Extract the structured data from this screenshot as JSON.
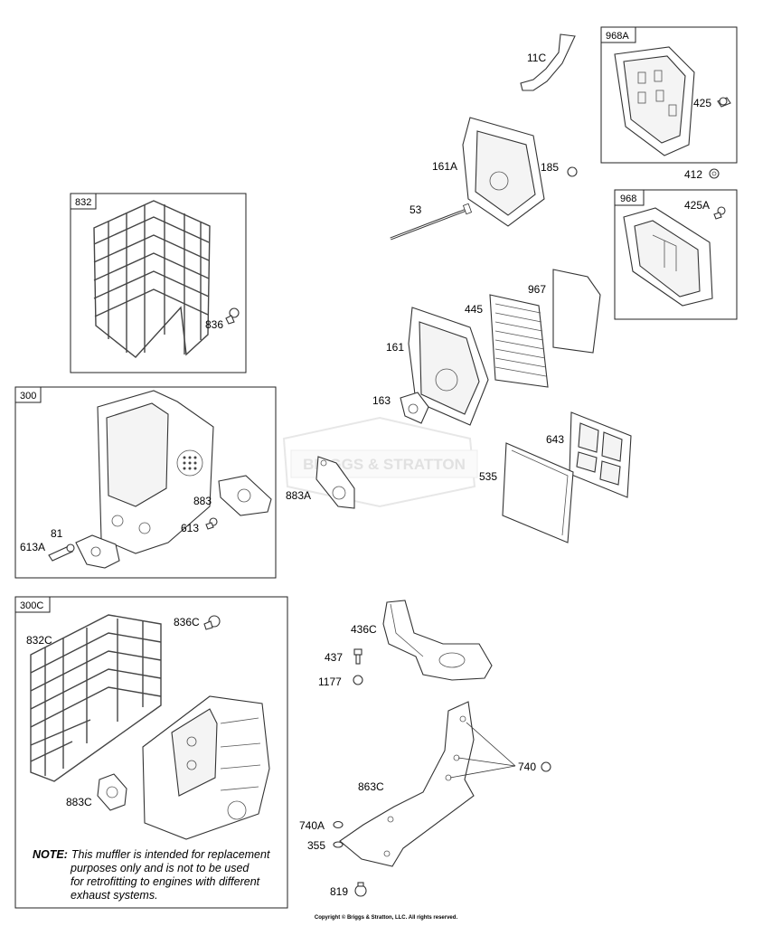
{
  "boxes": {
    "b968A": "968A",
    "b968": "968",
    "b832": "832",
    "b300": "300",
    "b300C": "300C"
  },
  "parts": {
    "p11C": "11C",
    "p425": "425",
    "p412": "412",
    "p161A": "161A",
    "p185": "185",
    "p53": "53",
    "p425A": "425A",
    "p967": "967",
    "p445": "445",
    "p161": "161",
    "p163": "163",
    "p643": "643",
    "p535": "535",
    "p836": "836",
    "p883": "883",
    "p81": "81",
    "p613": "613",
    "p613A": "613A",
    "p883A": "883A",
    "p836C": "836C",
    "p832C": "832C",
    "p883C": "883C",
    "p436C": "436C",
    "p437": "437",
    "p1177": "1177",
    "p740": "740",
    "p863C": "863C",
    "p740A": "740A",
    "p355": "355",
    "p819": "819"
  },
  "note": {
    "label": "NOTE:",
    "line1": "This muffler is intended for replacement",
    "line2": "purposes only and is not to be used",
    "line3": "for retrofitting to engines with different",
    "line4": "exhaust systems."
  },
  "watermark": "BRIGGS & STRATTON",
  "copyright": "Copyright © Briggs & Stratton, LLC. All rights reserved."
}
